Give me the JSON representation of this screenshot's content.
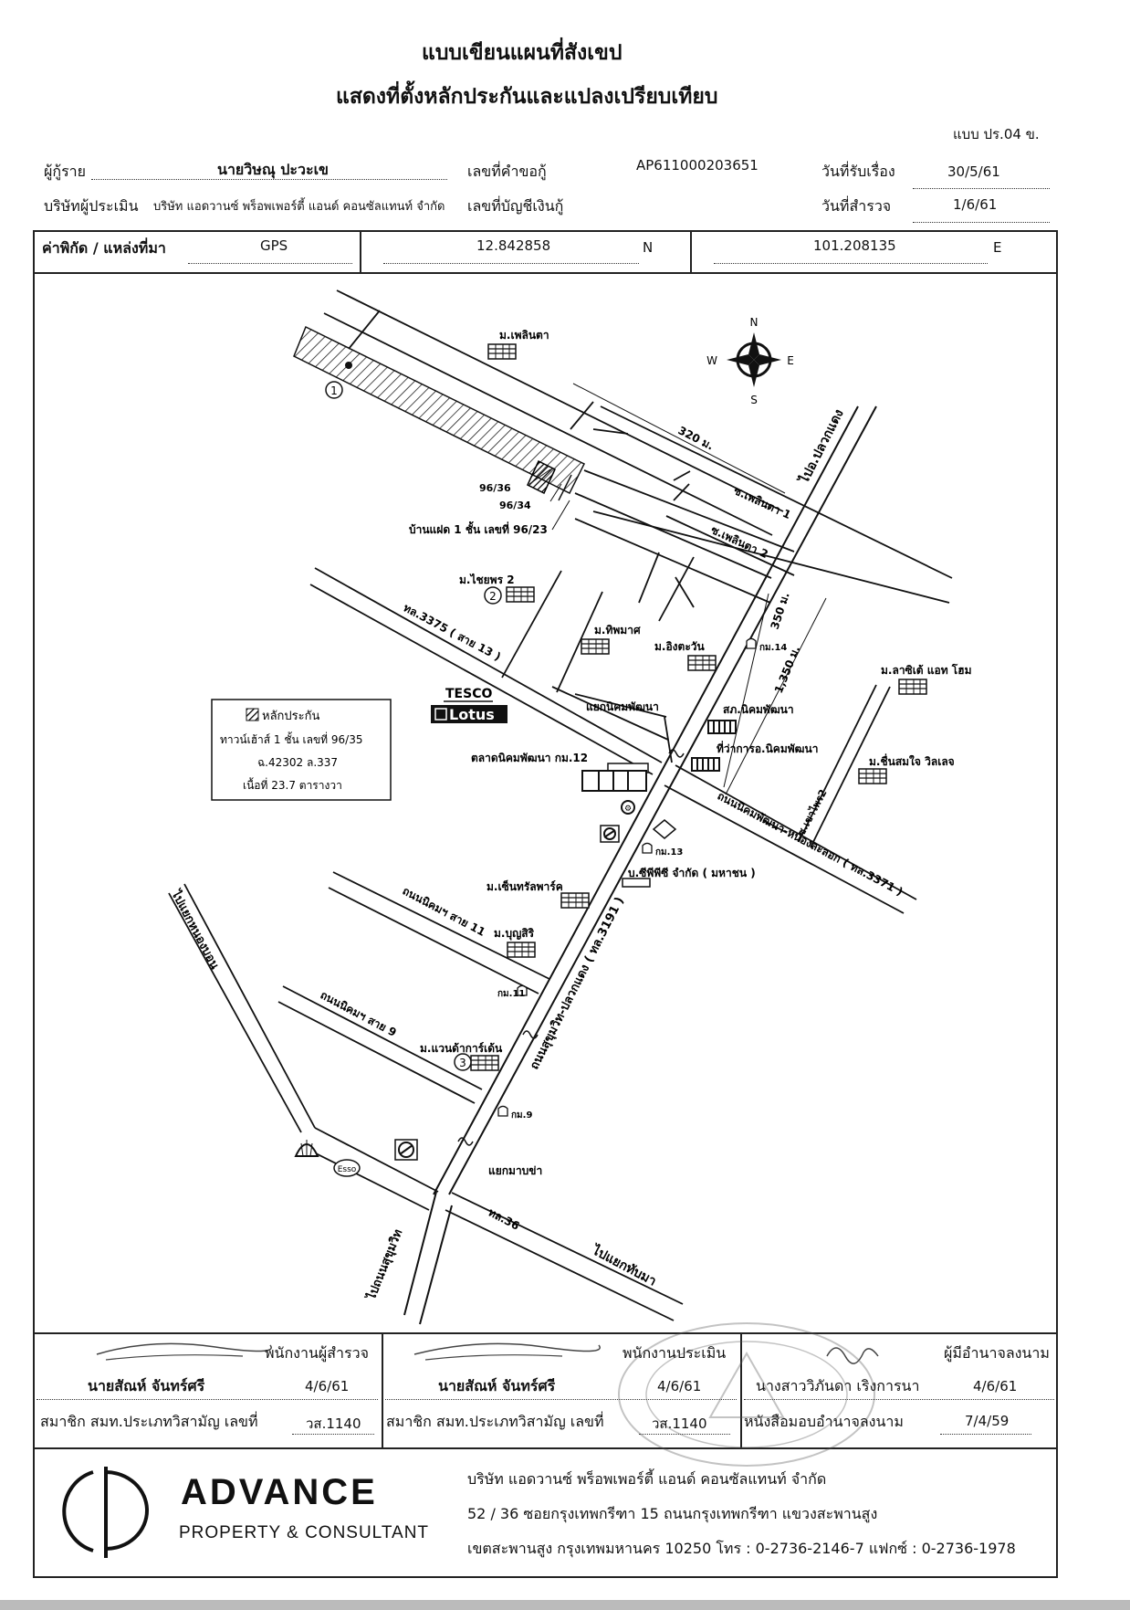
{
  "header": {
    "title": "แบบเขียนแผนที่สังเขป",
    "subtitle": "แสดงที่ตั้งหลักประกันและแปลงเปรียบเทียบ",
    "form_code": "แบบ ปร.04 ข."
  },
  "info": {
    "borrower_label": "ผู้กู้ราย",
    "borrower_value": "นายวิษณุ ปะวะเข",
    "request_no_label": "เลขที่คำขอกู้",
    "request_no_value": "AP611000203651",
    "received_label": "วันที่รับเรื่อง",
    "received_value": "30/5/61",
    "appraiser_label": "บริษัทผู้ประเมิน",
    "appraiser_value": "บริษัท แอดวานซ์ พร็อพเพอร์ตี้ แอนด์ คอนซัลแทนท์ จำกัด",
    "account_label": "เลขที่บัญชีเงินกู้",
    "survey_label": "วันที่สำรวจ",
    "survey_value": "1/6/61"
  },
  "coords": {
    "label": "ค่าพิกัด / แหล่งที่มา",
    "source": "GPS",
    "lat": "12.842858",
    "lat_dir": "N",
    "lon": "101.208135",
    "lon_dir": "E"
  },
  "map": {
    "compass": {
      "n": "N",
      "s": "S",
      "e": "E",
      "w": "W"
    },
    "dist_320": "320 ม.",
    "dist_350": "350 ม.",
    "dist_1350": "1,350 ม.",
    "road_plaenta1": "ซ.เพลินตา 1",
    "road_plaenta2": "ซ.เพลินตา 2",
    "road_to_pluakdaeng": "ไปอ.ปลวกแดง",
    "road_3375": "ทล.3375 ( สาย 13 )",
    "road_nikhom_nongla": "ถนนนิคมพัฒนา-หนองละลอก ( ทล.3371 )",
    "road_sukhumvit_pluak": "ถนนสุขุมวิท-ปลวกแดง ( ทล.3191 )",
    "road_sai11": "ถนนนิคมฯ สาย 11",
    "road_sai9": "ถนนนิคมฯ สาย 9",
    "road_to_nongbon": "ไปแยกหนองบอน",
    "road_to_sukhumvit": "ไปถนนสุขุมวิท",
    "road_36": "ทล.36",
    "road_to_thapma": "ไปแยกทับมา",
    "soi_khaophrik": "ซ.เขาไพร2",
    "moo_plernta": "ม.เพลินตา",
    "moo_chaiyaphon": "ม.ไชยพร 2",
    "moo_thipmas": "ม.ทิพมาศ",
    "moo_ingtawan": "ม.อิงตะวัน",
    "moo_lasiete": "ม.ลาซิเต้ แอท โฮม",
    "moo_chuensom": "ม.ชื่นสมใจ วิลเลจ",
    "moo_central": "ม.เซ็นทรัลพาร์ค",
    "moo_boonsiri": "ม.บุญสิริ",
    "moo_vanda": "ม.แวนด้าการ์เด้น",
    "unit_9636": "96/36",
    "unit_9634": "96/34",
    "unit_9623": "บ้านแฝด 1 ชั้น เลขที่ 96/23",
    "junction_nikhom": "แยกนิคมพัฒนา",
    "junction_mapcha": "แยกมาบข่า",
    "market": "ตลาดนิคมพัฒนา กม.12",
    "police": "สภ.นิคมพัฒนา",
    "district_office": "ที่ว่าการอ.นิคมพัฒนา",
    "ptt_company": "บ.ซีพีพีซี จำกัด ( มหาชน )",
    "km14": "กม.14",
    "km13": "กม.13",
    "km11": "กม.11",
    "km9": "กม.9",
    "tesco": "TESCO",
    "lotus": "Lotus",
    "esso": "Esso",
    "num1": "1",
    "num2": "2",
    "num3": "3",
    "legend_title": "หลักประกัน",
    "legend_line1": "ทาวน์เฮ้าส์ 1 ชั้น เลขที่ 96/35",
    "legend_line2": "ฉ.42302 ล.337",
    "legend_line3": "เนื้อที่ 23.7 ตารางวา"
  },
  "signatures": {
    "surveyor_role": "พนักงานผู้สำรวจ",
    "surveyor_name": "นายสัณห์ จันทร์ศรี",
    "surveyor_date": "4/6/61",
    "member_label": "สมาชิก สมท.ประเภทวิสามัญ เลขที่",
    "surveyor_member_no": "วส.1140",
    "appraiser_role": "พนักงานประเมิน",
    "appraiser_name": "นายสัณห์ จันทร์ศรี",
    "appraiser_date": "4/6/61",
    "appraiser_member_no": "วส.1140",
    "auth_role": "ผู้มีอำนาจลงนาม",
    "auth_name": "นางสาววิภันดา เริงการนา",
    "auth_date": "4/6/61",
    "auth_letter_label": "หนังสือมอบอำนาจลงนาม",
    "auth_letter_date": "7/4/59"
  },
  "footer": {
    "brand": "ADVANCE",
    "brand_sub": "PROPERTY & CONSULTANT",
    "company": "บริษัท แอดวานซ์ พร็อพเพอร์ตี้ แอนด์ คอนซัลแทนท์ จำกัด",
    "address1": "52 / 36 ซอยกรุงเทพกรีฑา 15 ถนนกรุงเทพกรีฑา แขวงสะพานสูง",
    "address2": "เขตสะพานสูง กรุงเทพมหานคร 10250 โทร : 0-2736-2146-7 แฟกซ์ : 0-2736-1978"
  }
}
